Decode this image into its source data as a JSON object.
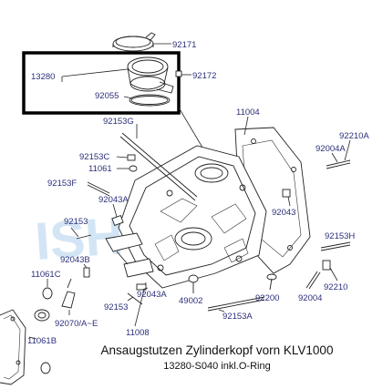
{
  "diagram": {
    "part_numbers": {
      "p92171": "92171",
      "p13280": "13280",
      "p92172": "92172",
      "p92055": "92055",
      "p11004": "11004",
      "p92153G": "92153G",
      "p92210A": "92210A",
      "p92153C": "92153C",
      "p92004A_top": "92004A",
      "p11061": "11061",
      "p92153F": "92153F",
      "p92043A_top": "92043A",
      "p92043_right": "92043",
      "p92153": "92153",
      "p92153H": "92153H",
      "p92043B": "92043B",
      "p11061C": "11061C",
      "p92210": "92210",
      "p92043A_bottom": "92043A",
      "p49002": "49002",
      "p92200": "92200",
      "p92004_bottom": "92004",
      "p92153_bottom": "92153",
      "p92070": "92070/A~E",
      "p11008": "11008",
      "p92153A": "92153A",
      "p11061B": "11061B"
    },
    "watermark": "ISHOP",
    "highlight_color": "#000000",
    "label_color": "#2b2f7a"
  },
  "caption": {
    "title": "Ansaugstutzen Zylinderkopf vorn KLV1000",
    "subtitle": "13280-S040 inkl.O-Ring"
  }
}
